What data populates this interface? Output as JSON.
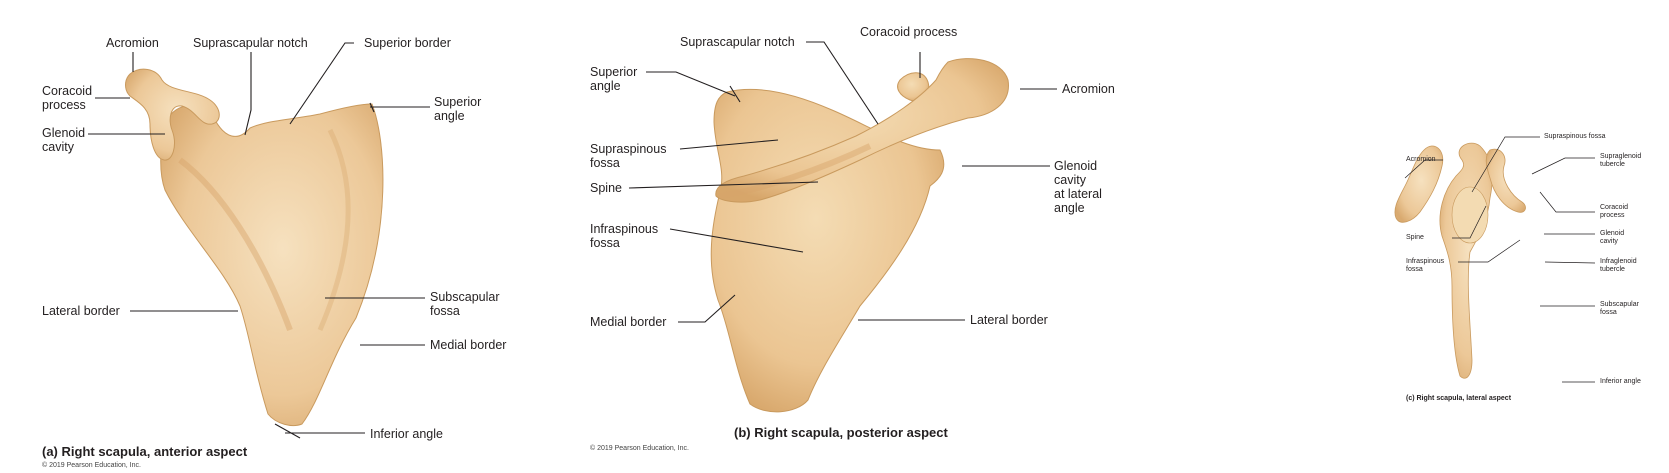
{
  "panels": {
    "a": {
      "caption": "(a) Right scapula, anterior aspect",
      "copyright": "© 2019 Pearson Education, Inc.",
      "labels": {
        "acromion": "Acromion",
        "suprascapular_notch": "Suprascapular notch",
        "superior_border": "Superior border",
        "coracoid_process": "Coracoid\nprocess",
        "superior_angle": "Superior\nangle",
        "glenoid_cavity": "Glenoid\ncavity",
        "lateral_border": "Lateral border",
        "subscapular_fossa": "Subscapular\nfossa",
        "medial_border": "Medial border",
        "inferior_angle": "Inferior angle"
      }
    },
    "b": {
      "caption": "(b) Right scapula, posterior aspect",
      "copyright": "© 2019 Pearson Education, Inc.",
      "labels": {
        "suprascapular_notch": "Suprascapular notch",
        "coracoid_process": "Coracoid process",
        "superior_angle": "Superior\nangle",
        "acromion": "Acromion",
        "supraspinous_fossa": "Supraspinous\nfossa",
        "glenoid_cavity": "Glenoid\ncavity\nat lateral\nangle",
        "spine": "Spine",
        "infraspinous_fossa": "Infraspinous\nfossa",
        "medial_border": "Medial border",
        "lateral_border": "Lateral border"
      }
    },
    "c": {
      "caption": "(c) Right scapula, lateral aspect",
      "labels": {
        "supraspinous_fossa": "Supraspinous fossa",
        "acromion": "Acromion",
        "supraglenoid_tubercle": "Supraglenoid\ntubercle",
        "coracoid_process": "Coracoid\nprocess",
        "spine": "Spine",
        "glenoid_cavity": "Glenoid\ncavity",
        "infraspinous_fossa": "Infraspinous\nfossa",
        "infraglenoid_tubercle": "Infraglenoid\ntubercle",
        "subscapular_fossa": "Subscapular\nfossa",
        "inferior_angle": "Inferior angle"
      }
    }
  },
  "colors": {
    "bone": "#ecc898",
    "bone_shadow": "#d9aa70",
    "bone_highlight": "#f6e1bf",
    "leader": "#231f20"
  }
}
